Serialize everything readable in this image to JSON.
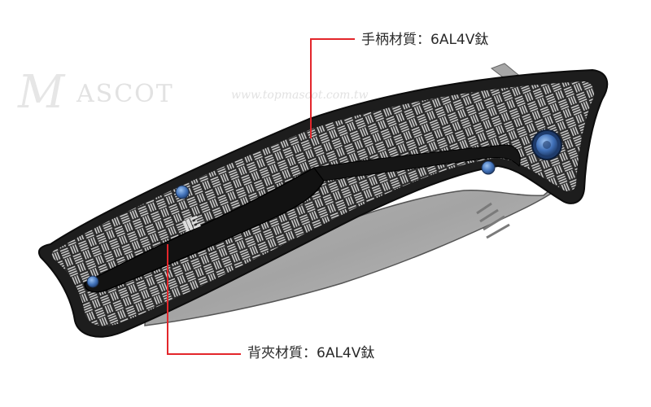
{
  "image": {
    "subject": "folding knife back side",
    "accent_color": "#e3262b",
    "pin_color": "#4a7bc4"
  },
  "callouts": {
    "handle_material": "手柄材質：6AL4V鈦",
    "clip_material": "背夾材質：6AL4V鈦"
  },
  "watermark": {
    "logo": "M",
    "brand": "ASCOT",
    "url": "www.topmascot.com.tw"
  },
  "icons": {
    "pivot": "pivot-screw-icon",
    "pins": "handle-pin-icon",
    "brand_mark": "we-knife-logo-icon"
  }
}
